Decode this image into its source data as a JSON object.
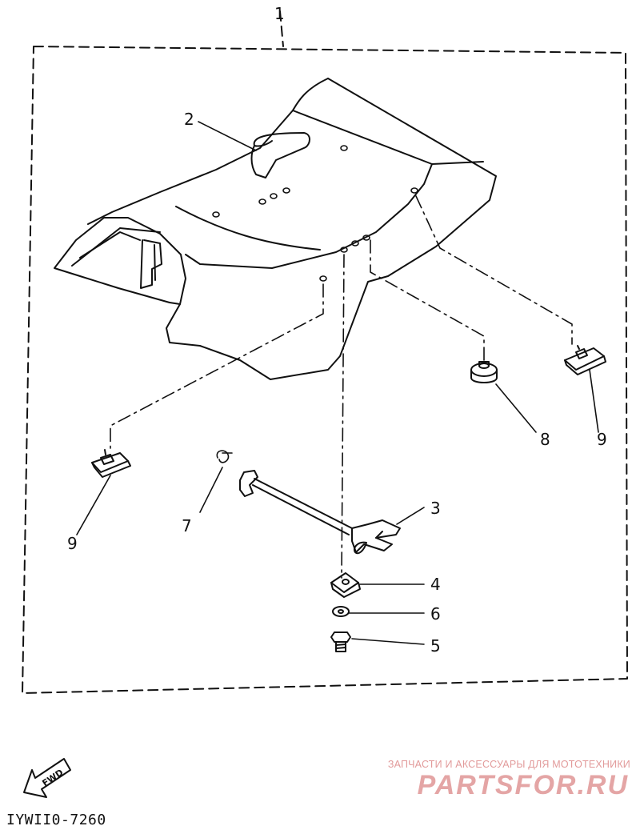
{
  "diagram": {
    "callouts": {
      "c1": "1",
      "c2": "2",
      "c3": "3",
      "c4": "4",
      "c5": "5",
      "c6": "6",
      "c7": "7",
      "c8": "8",
      "c9a": "9",
      "c9b": "9"
    },
    "fwd_label": "FWD",
    "reference_code": "IYWII0-7260"
  },
  "watermark": {
    "tagline": "ЗАПЧАСТИ И АКСЕССУАРЫ ДЛЯ МОТОТЕХНИКИ",
    "logo": "PARTSFOR.RU"
  },
  "colors": {
    "line": "#111111",
    "watermark": "#e29a9a"
  }
}
